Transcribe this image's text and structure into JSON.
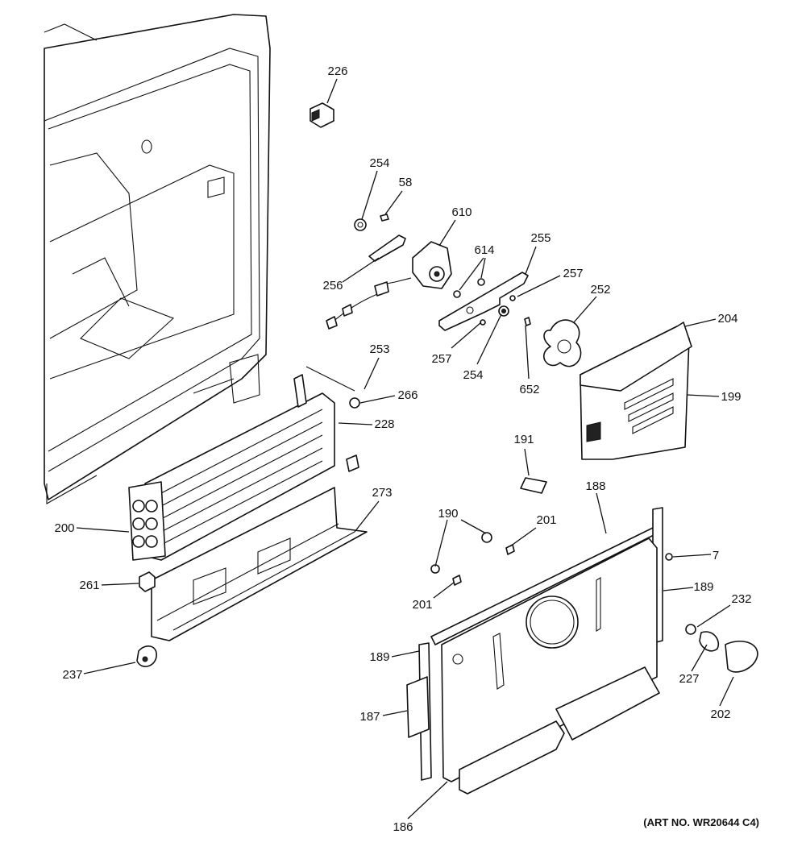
{
  "diagram": {
    "art_number": "(ART NO. WR20644 C4)",
    "callouts": [
      {
        "id": "226",
        "label": "226"
      },
      {
        "id": "254a",
        "label": "254"
      },
      {
        "id": "58",
        "label": "58"
      },
      {
        "id": "610",
        "label": "610"
      },
      {
        "id": "614",
        "label": "614"
      },
      {
        "id": "255",
        "label": "255"
      },
      {
        "id": "257a",
        "label": "257"
      },
      {
        "id": "252",
        "label": "252"
      },
      {
        "id": "256",
        "label": "256"
      },
      {
        "id": "204",
        "label": "204"
      },
      {
        "id": "253",
        "label": "253"
      },
      {
        "id": "257b",
        "label": "257"
      },
      {
        "id": "254b",
        "label": "254"
      },
      {
        "id": "652",
        "label": "652"
      },
      {
        "id": "266",
        "label": "266"
      },
      {
        "id": "199",
        "label": "199"
      },
      {
        "id": "228",
        "label": "228"
      },
      {
        "id": "191",
        "label": "191"
      },
      {
        "id": "273",
        "label": "273"
      },
      {
        "id": "188",
        "label": "188"
      },
      {
        "id": "200",
        "label": "200"
      },
      {
        "id": "190",
        "label": "190"
      },
      {
        "id": "201a",
        "label": "201"
      },
      {
        "id": "7",
        "label": "7"
      },
      {
        "id": "261",
        "label": "261"
      },
      {
        "id": "201b",
        "label": "201"
      },
      {
        "id": "189a",
        "label": "189"
      },
      {
        "id": "232",
        "label": "232"
      },
      {
        "id": "237",
        "label": "237"
      },
      {
        "id": "189b",
        "label": "189"
      },
      {
        "id": "227",
        "label": "227"
      },
      {
        "id": "187",
        "label": "187"
      },
      {
        "id": "202",
        "label": "202"
      },
      {
        "id": "186",
        "label": "186"
      }
    ]
  }
}
